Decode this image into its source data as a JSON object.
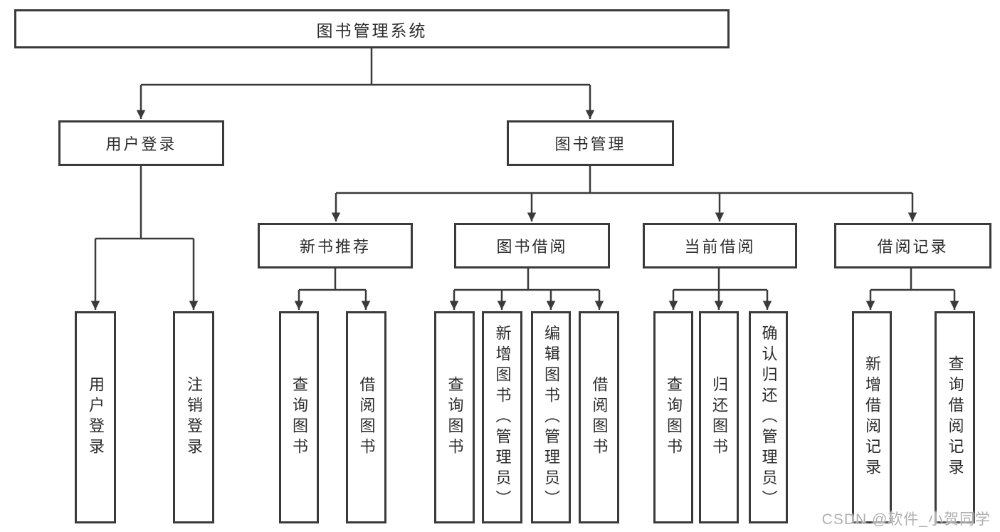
{
  "diagram_type": "hierarchy-tree",
  "colors": {
    "line": "#3a3a3a",
    "box_border": "#3a3a3a",
    "text": "#2d2d2d",
    "watermark": "#b0b0b0",
    "background": "#ffffff"
  },
  "watermark": "CSDN @软件_小贺同学",
  "tree": {
    "label": "图书管理系统",
    "children": [
      {
        "label": "用户登录",
        "children": [
          {
            "label": "用户登录"
          },
          {
            "label": "注销登录"
          }
        ]
      },
      {
        "label": "图书管理",
        "children": [
          {
            "label": "新书推荐",
            "children": [
              {
                "label": "查询图书"
              },
              {
                "label": "借阅图书"
              }
            ]
          },
          {
            "label": "图书借阅",
            "children": [
              {
                "label": "查询图书"
              },
              {
                "label": "新增图书（管理员）"
              },
              {
                "label": "编辑图书（管理员）"
              },
              {
                "label": "借阅图书"
              }
            ]
          },
          {
            "label": "当前借阅",
            "children": [
              {
                "label": "查询图书"
              },
              {
                "label": "归还图书"
              },
              {
                "label": "确认归还（管理员）"
              }
            ]
          },
          {
            "label": "借阅记录",
            "children": [
              {
                "label": "新增借阅记录"
              },
              {
                "label": "查询借阅记录"
              }
            ]
          }
        ]
      }
    ]
  }
}
